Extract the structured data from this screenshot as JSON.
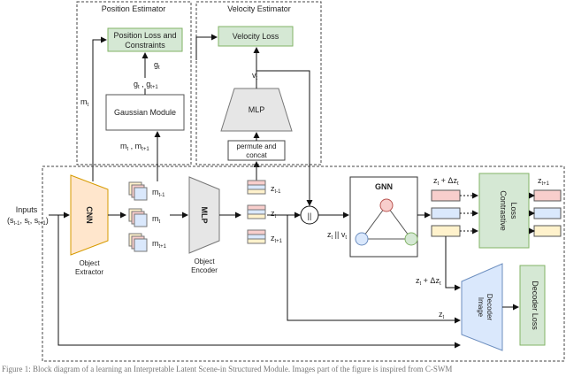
{
  "position_estimator": {
    "title": "Position Estimator",
    "loss_line1": "Position Loss and",
    "loss_line2": "Constraints",
    "g_t": "g",
    "g_t_sub": "t",
    "g_pair": "g , g",
    "g_pair_sub1": "t",
    "g_pair_sub2": "t+1",
    "gaussian": "Gaussian Module",
    "m_side": "m",
    "m_side_sub": "t",
    "m_pair": "m , m",
    "m_pair_sub1": "t",
    "m_pair_sub2": "t+1"
  },
  "velocity_estimator": {
    "title": "Velocity Estimator",
    "loss": "Velocity Loss",
    "v_t": "v",
    "v_t_sub": "t",
    "mlp": "MLP",
    "permute_line1": "permute and",
    "permute_line2": "concat"
  },
  "main": {
    "inputs_line1": "Inputs",
    "inputs_line2": "(s  , s , s  )",
    "cnn": "CNN",
    "extractor_line1": "Object",
    "extractor_line2": "Extractor",
    "mask_labels": [
      "m",
      "m",
      "m"
    ],
    "mask_subs": [
      "t-1",
      "t",
      "t+1"
    ],
    "mlp": "MLP",
    "encoder_line1": "Object",
    "encoder_line2": "Encoder",
    "z_labels": [
      "z",
      "z",
      "z"
    ],
    "z_subs": [
      "t-1",
      "t",
      "t+1"
    ],
    "concat_op": "||",
    "zv_label": "z  || v",
    "gnn": "GNN",
    "contrastive_line1": "Contrastive",
    "contrastive_line2": "Loss",
    "z_delta": "z  + Δz",
    "z_next": "z",
    "z_next_sub": "t+1",
    "z_delta_lower": "z  + Δz",
    "z_t_lower": "z",
    "decoder_line1": "Image",
    "decoder_line2": "Decoder",
    "decoder_loss": "Decoder Loss"
  },
  "caption": "Figure 1:  Block diagram of a learning an Interpretable Latent Scene-in Structured Module. Images part of the figure is inspired from C-SWM",
  "colors": {
    "loss_box": "#d5e8d4",
    "loss_border": "#82b366",
    "cnn": "#ffe6cc",
    "cnn_border": "#d79b00",
    "mlp": "#e6e6e6",
    "decoder": "#dae8fc",
    "decoder_border": "#6c8ebf",
    "node_red": "#f8cecc",
    "node_blue": "#dae8fc",
    "node_green": "#d5e8d4",
    "slot_red": "#f8cecc",
    "slot_blue": "#dae8fc",
    "slot_yellow": "#fff2cc"
  }
}
